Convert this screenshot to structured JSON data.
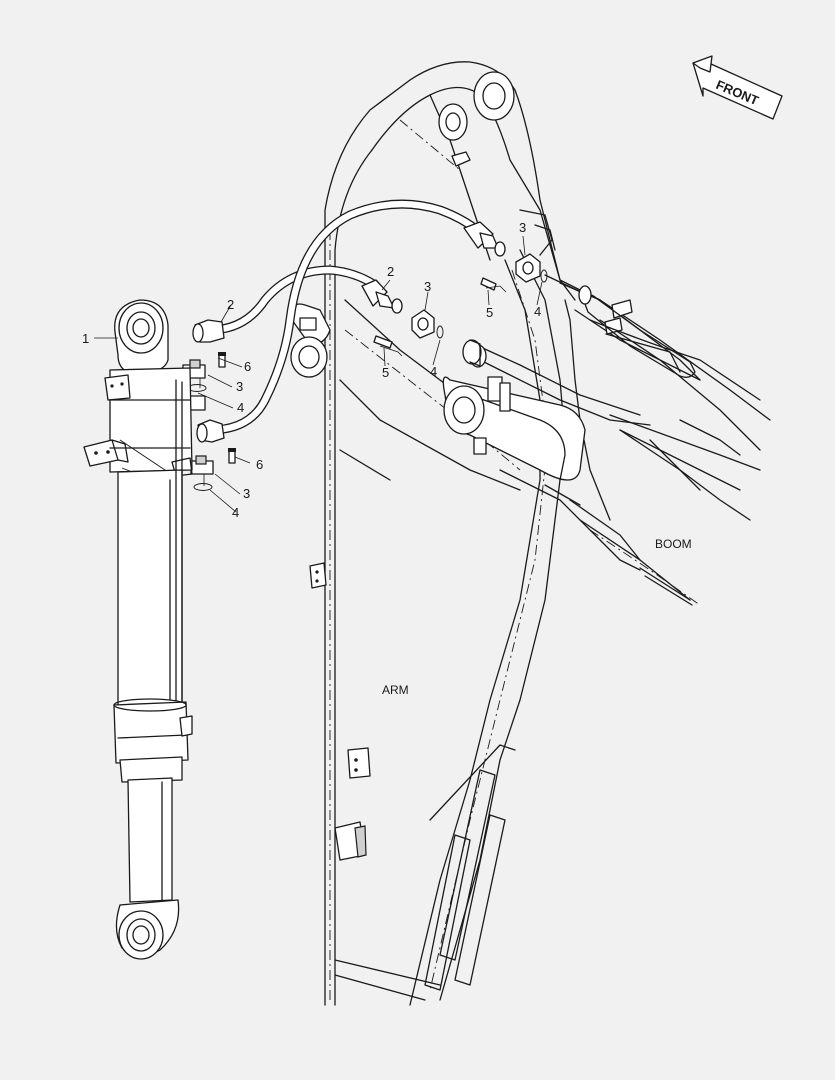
{
  "front_label": "FRONT",
  "region_labels": {
    "boom": "BOOM",
    "arm": "ARM"
  },
  "callouts": {
    "c1": "1",
    "c2a": "2",
    "c2b": "2",
    "c3a": "3",
    "c3b": "3",
    "c3c": "3",
    "c3d": "3",
    "c4a": "4",
    "c4b": "4",
    "c4c": "4",
    "c4d": "4",
    "c5a": "5",
    "c5b": "5",
    "c6a": "6",
    "c6b": "6"
  }
}
